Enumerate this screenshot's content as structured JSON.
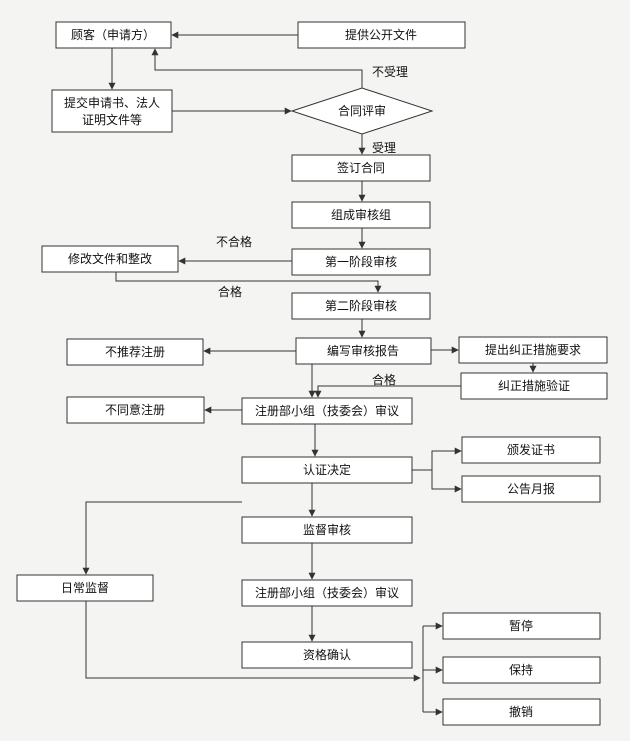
{
  "nodes": {
    "customer": "顾客（申请方）",
    "public_docs": "提供公开文件",
    "submit_line1": "提交申请书、法人",
    "submit_line2": "证明文件等",
    "contract_review": "合同评审",
    "sign_contract": "签订合同",
    "form_team": "组成审核组",
    "stage1": "第一阶段审核",
    "modify_docs": "修改文件和整改",
    "stage2": "第二阶段审核",
    "write_report": "编写审核报告",
    "not_recommend": "不推荐注册",
    "propose_corrective": "提出纠正措施要求",
    "verify_corrective": "纠正措施验证",
    "committee_review_1": "注册部小组（技委会）审议",
    "not_agree": "不同意注册",
    "cert_decision": "认证决定",
    "issue_cert": "颁发证书",
    "announce": "公告月报",
    "supervision_audit": "监督审核",
    "daily_supervision": "日常监督",
    "committee_review_2": "注册部小组（技委会）审议",
    "qualification": "资格确认",
    "suspend": "暂停",
    "maintain": "保持",
    "revoke": "撤销"
  },
  "edge_labels": {
    "not_accepted": "不受理",
    "accepted": "受理",
    "fail": "不合格",
    "pass_stage1": "合格",
    "pass_corrective": "合格"
  }
}
